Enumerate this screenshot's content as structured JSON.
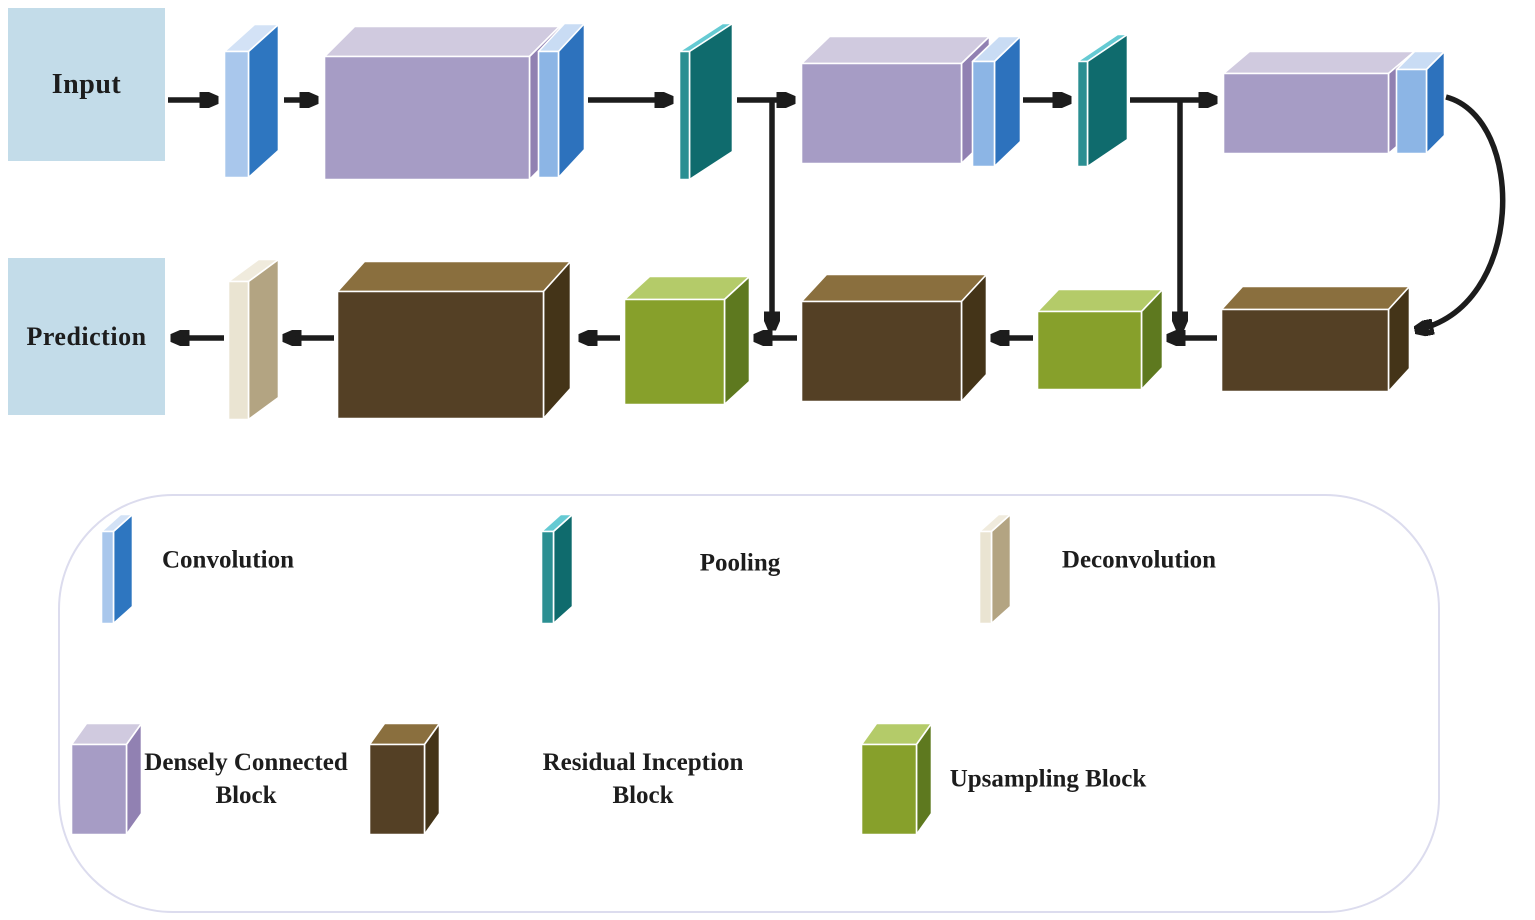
{
  "diagram": {
    "input_label": "Input",
    "prediction_label": "Prediction"
  },
  "legend": {
    "items": [
      {
        "label": "Convolution"
      },
      {
        "label": "Pooling"
      },
      {
        "label": "Deconvolution"
      },
      {
        "label": "Densely Connected Block"
      },
      {
        "label": "Residual Inception Block"
      },
      {
        "label": "Upsampling Block"
      }
    ]
  },
  "palette": {
    "io_box": "#c3dce9",
    "arrow": "#1c1c1c",
    "legend_border": "#dcdcee",
    "convolution": {
      "front": "#a9c7ec",
      "top": "#d3e2f6",
      "side": "#2e76c0"
    },
    "convolution_attached": {
      "front": "#8cb5e5",
      "top": "#c9dcf4",
      "side": "#2d72bd"
    },
    "pooling": {
      "front": "#2b8f92",
      "top": "#65cad3",
      "side": "#0f6b6d"
    },
    "deconvolution": {
      "front": "#eae4d2",
      "top": "#f0ebdd",
      "side": "#b3a482"
    },
    "dense": {
      "front": "#a69cc5",
      "top": "#d0cadf",
      "side": "#9181b2"
    },
    "residual": {
      "front": "#544025",
      "top": "#8a6f3e",
      "side": "#443418"
    },
    "upsampling": {
      "front": "#87a02b",
      "top": "#b4cb69",
      "side": "#5e791f"
    }
  }
}
